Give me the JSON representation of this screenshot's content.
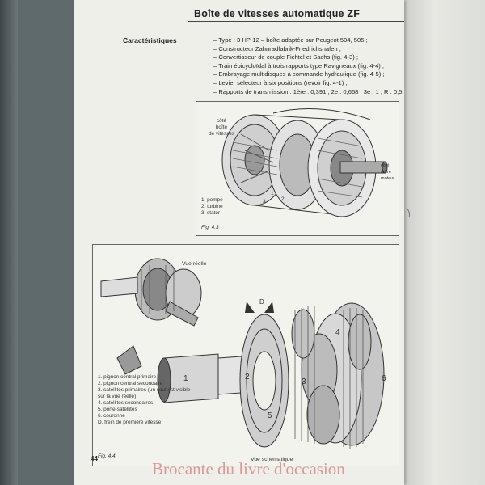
{
  "page": {
    "title": "Boîte de vitesses automatique ZF",
    "section_label": "Caractéristiques",
    "specs": [
      "– Type : 3 HP-12 – boîte adaptée sur Peugeot 504, 505 ;",
      "– Constructeur Zahnradfabrik-Friedrichshafen ;",
      "– Convertisseur de couple Fichtel et Sachs (fig. 4-3) ;",
      "– Train épicycloïdal à trois rapports type Ravigneaux (fig. 4-4) ;",
      "– Embrayage multidisques à commande hydraulique (fig. 4-5) ;",
      "– Levier sélecteur à six positions (revoir fig. 4-1) ;",
      "– Rapports de transmission : 1ère : 0,391 ; 2e : 0,668 ; 3e : 1 ; R : 0,5"
    ],
    "page_number": "44"
  },
  "figure_1": {
    "caption": "Fig. 4.3",
    "side_label_1": "côté",
    "side_label_2": "boîte",
    "side_label_3": "de vitesses",
    "right_label_1": "côté",
    "right_label_2": "arbre",
    "right_label_3": "moteur",
    "legend": [
      "1. pompe",
      "2. turbine",
      "3. stator"
    ],
    "part_numbers": [
      "1",
      "2",
      "3"
    ]
  },
  "figure_2": {
    "caption": "Fig. 4.4",
    "view_real": "Vue réelle",
    "view_schematic": "Vue schématique",
    "marker_d": "D",
    "legend": [
      "1. pignon central primaire",
      "2. pignon central secondaire",
      "3. satellites primaires (un seul est visible",
      "   sur la vue réelle)",
      "4. satellites secondaires",
      "5. porte-satellites",
      "6. couronne",
      "D. frein de première vitesse"
    ],
    "part_numbers": [
      "1",
      "2",
      "3",
      "4",
      "5",
      "6"
    ]
  },
  "watermark": "Brocante du livre d'occasion"
}
